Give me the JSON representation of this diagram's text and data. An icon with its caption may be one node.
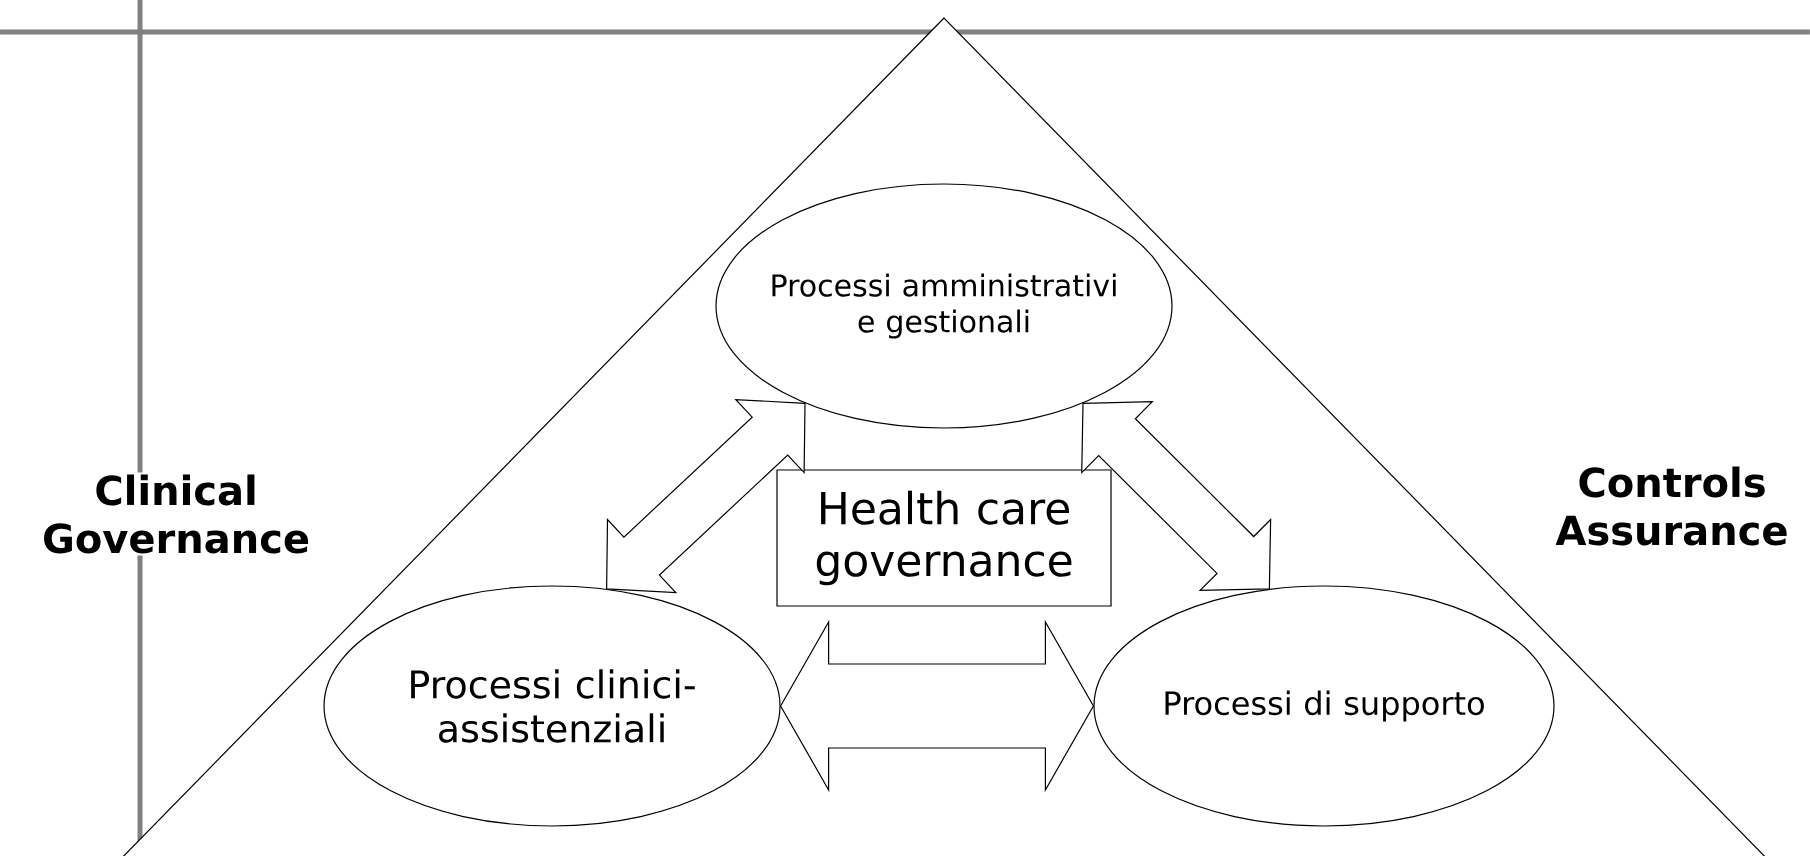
{
  "diagram": {
    "nodes": [
      {
        "text": [
          "Processi amministrativi e gestionali"
        ]
      },
      {
        "text": [
          "Health care governance"
        ]
      },
      {
        "text": [
          "Processi clinici-assistenziali"
        ]
      },
      {
        "text": [
          "Processi di supporto"
        ]
      }
    ],
    "edges": [
      {
        "from": 0,
        "to": 2,
        "arrow": "both"
      },
      {
        "from": 0,
        "to": 3,
        "arrow": "both"
      },
      {
        "from": 2,
        "to": 3,
        "arrow": "both"
      }
    ],
    "labels": [
      "Clinical Governance",
      "Controls Assurance"
    ]
  }
}
